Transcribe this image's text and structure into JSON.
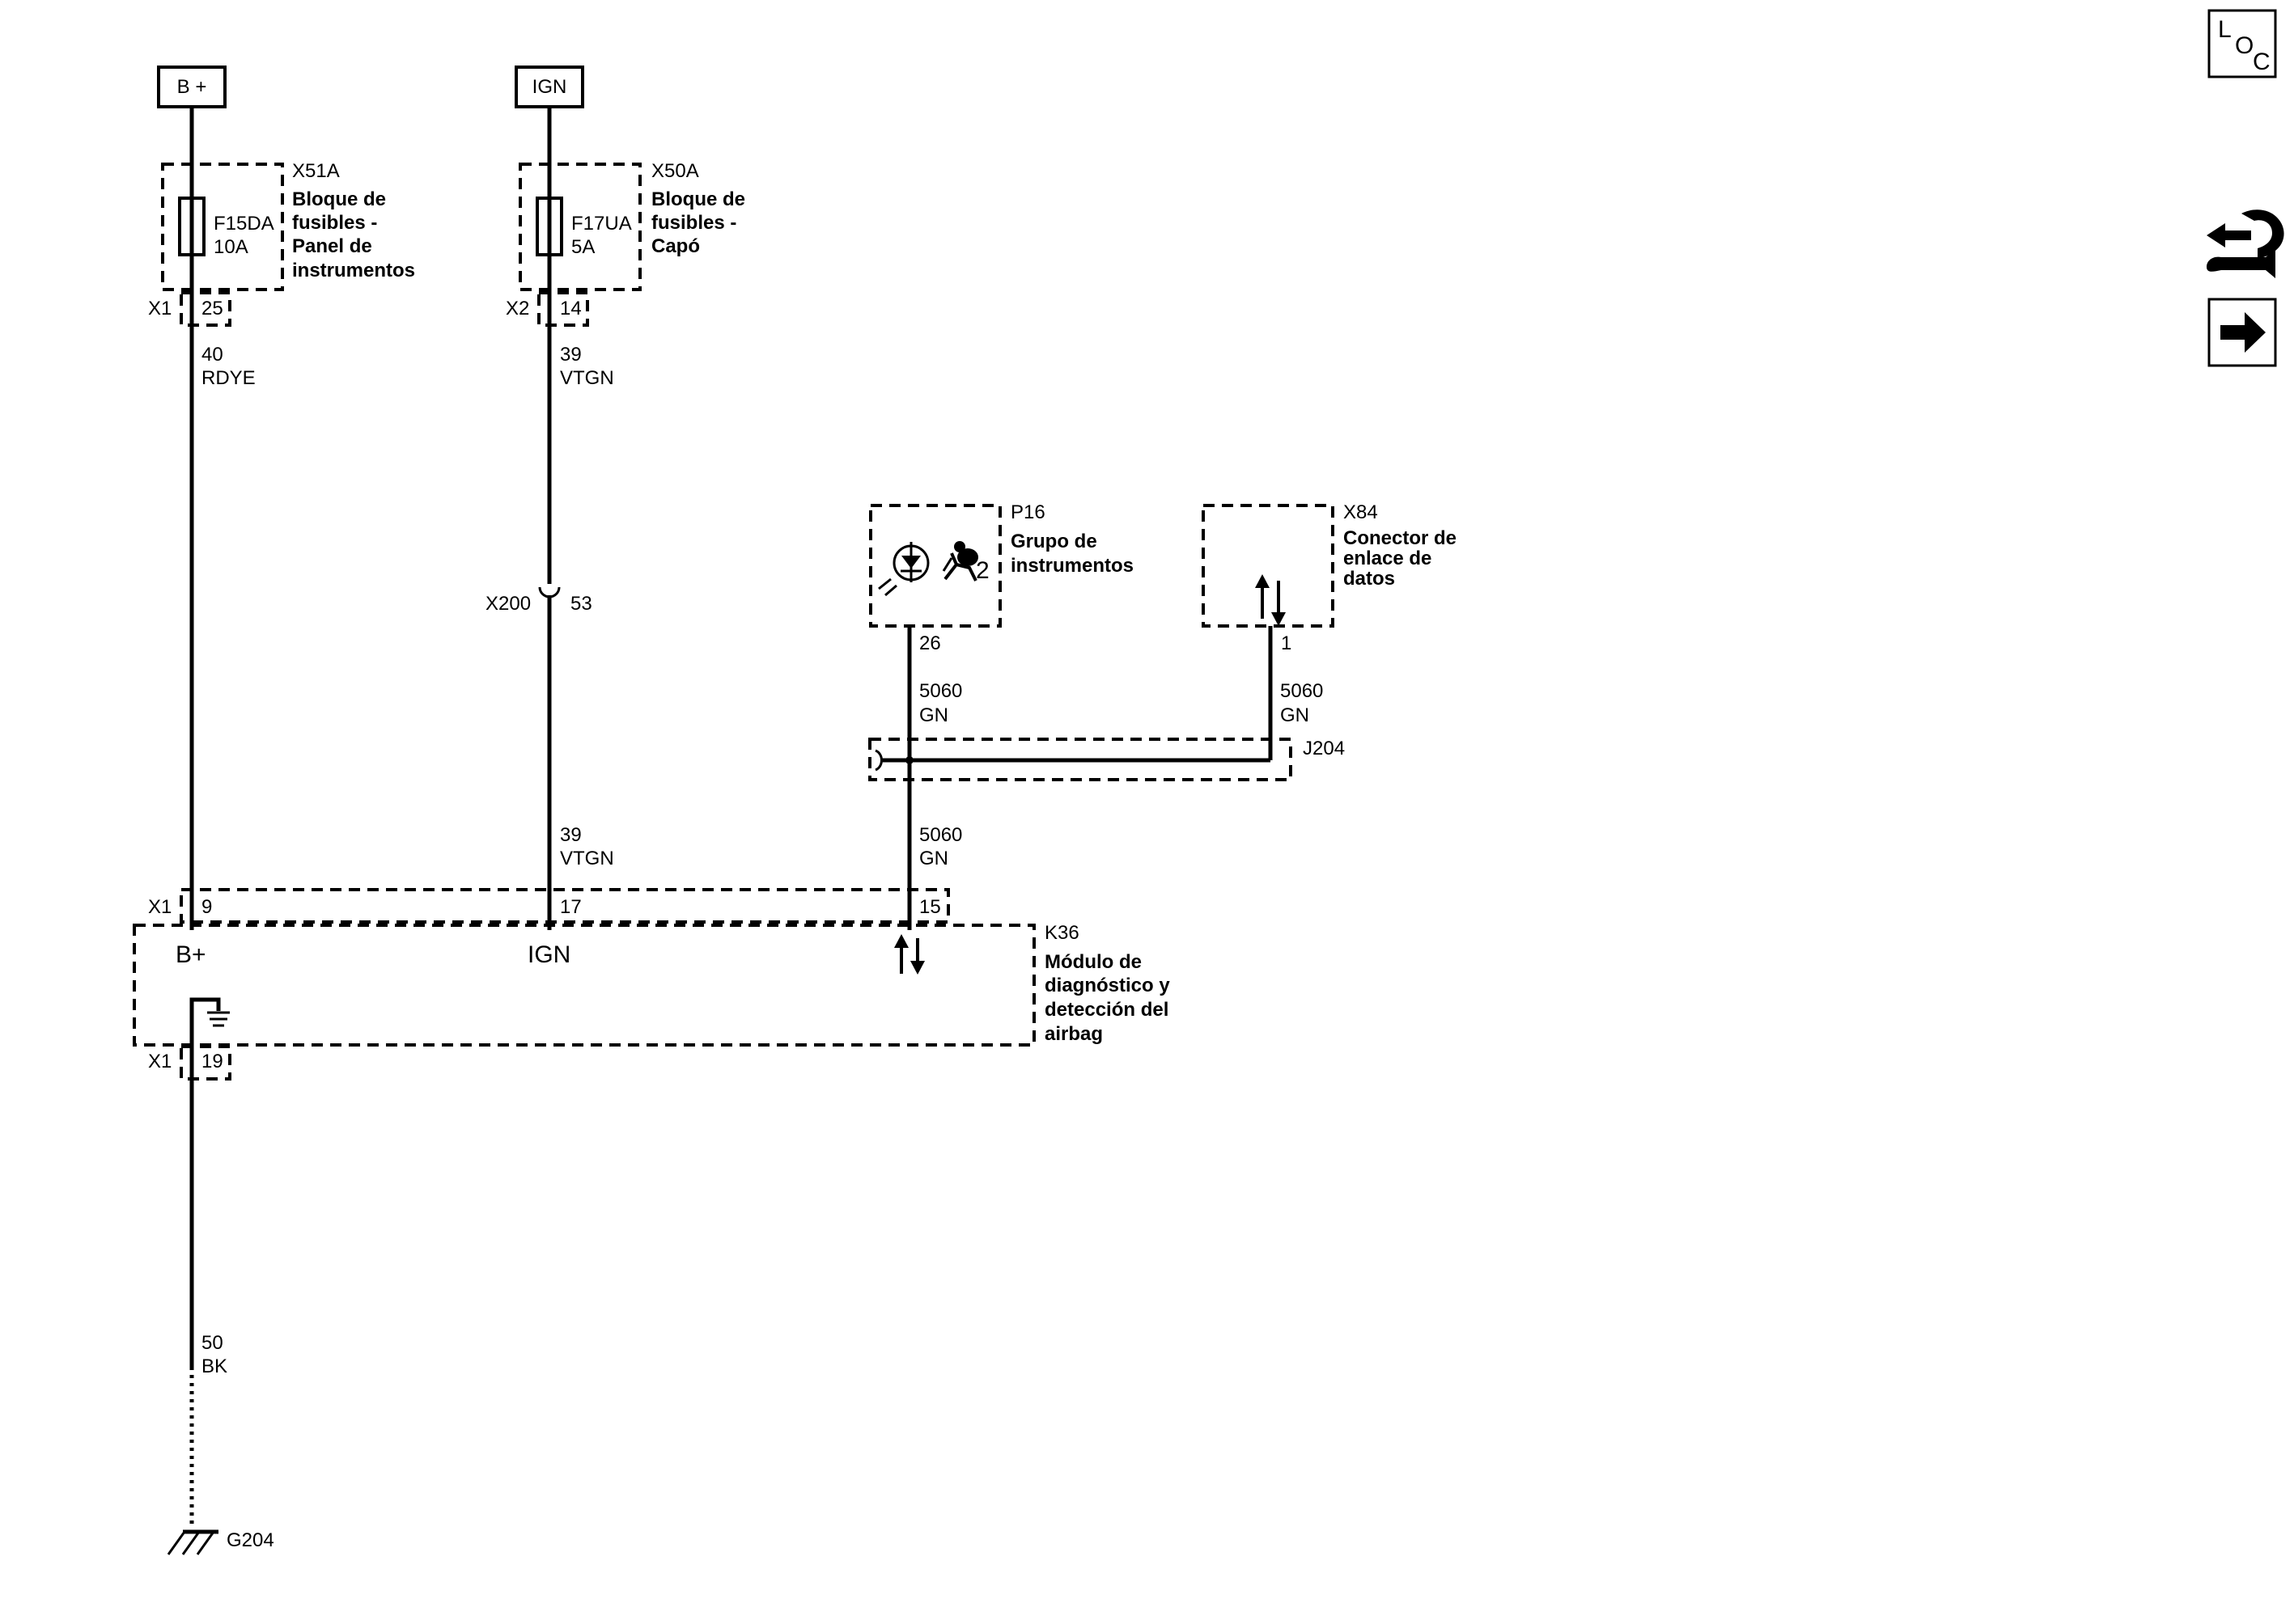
{
  "power_sources": {
    "bplus": "B +",
    "ign": "IGN"
  },
  "loc_icon": {
    "l": "L",
    "o": "O",
    "c": "C"
  },
  "icons": [
    "locator-icon",
    "wrench-arrows-icon",
    "right-arrow-icon",
    "lamp-icon",
    "airbag-icon",
    "data-arrows-icon",
    "ground-icon"
  ],
  "x51a": {
    "id": "X51A",
    "name_lines": [
      "Bloque de",
      "fusibles -",
      "Panel de",
      "instrumentos"
    ],
    "fuse": "F15DA",
    "rating": "10A"
  },
  "x50a": {
    "id": "X50A",
    "name_lines": [
      "Bloque de",
      "fusibles -",
      "Capó"
    ],
    "fuse": "F17UA",
    "rating": "5A"
  },
  "conn_x1_top": {
    "id": "X1",
    "pin": "25"
  },
  "conn_x2_top": {
    "id": "X2",
    "pin": "14"
  },
  "wire_b": {
    "circuit": "40",
    "color": "RDYE"
  },
  "wire_ign_top": {
    "circuit": "39",
    "color": "VTGN"
  },
  "x200": {
    "id": "X200",
    "pin": "53"
  },
  "wire_ign_bottom": {
    "circuit": "39",
    "color": "VTGN"
  },
  "p16": {
    "id": "P16",
    "name_lines": [
      "Grupo de",
      "instrumentos"
    ],
    "pin": "26",
    "airbag_suffix": "2"
  },
  "x84": {
    "id": "X84",
    "name_lines": [
      "Conector de",
      "enlace de",
      "datos"
    ],
    "pin": "1"
  },
  "wire_p16": {
    "circuit": "5060",
    "color": "GN"
  },
  "wire_x84": {
    "circuit": "5060",
    "color": "GN"
  },
  "j204": "J204",
  "wire_k36_data": {
    "circuit": "5060",
    "color": "GN"
  },
  "k36": {
    "id": "K36",
    "name_lines": [
      "Módulo de",
      "diagnóstico y",
      "detección del",
      "airbag"
    ],
    "conn_top": "X1",
    "pin_b": "9",
    "pin_ign": "17",
    "pin_data": "15",
    "label_b": "B+",
    "label_ign": "IGN",
    "conn_bottom": "X1",
    "pin_gnd": "19"
  },
  "wire_gnd": {
    "circuit": "50",
    "color": "BK"
  },
  "g204": "G204"
}
